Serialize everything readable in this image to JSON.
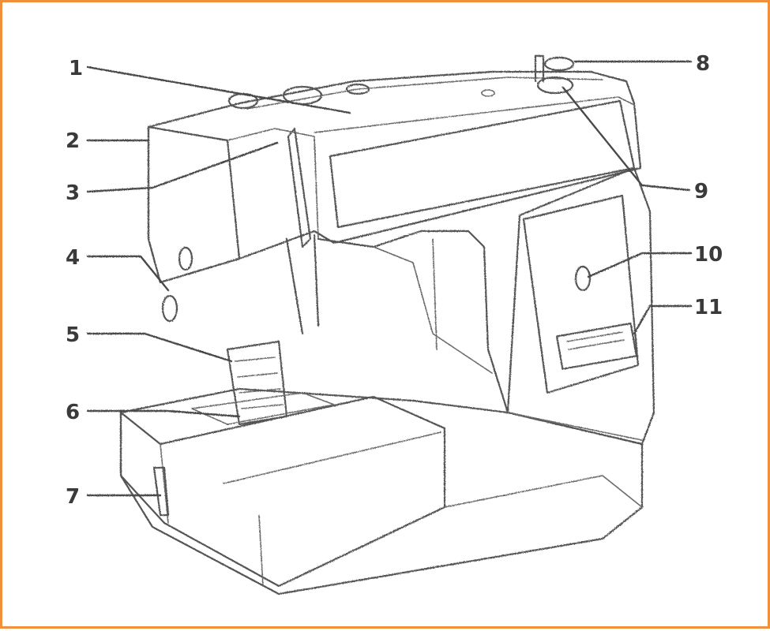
{
  "diagram": {
    "subject": "sewing-machine-front-view",
    "frame_color": "#f0903c",
    "ink_color": "#555555",
    "callouts": [
      {
        "id": "c1",
        "label": "1"
      },
      {
        "id": "c2",
        "label": "2"
      },
      {
        "id": "c3",
        "label": "3"
      },
      {
        "id": "c4",
        "label": "4"
      },
      {
        "id": "c5",
        "label": "5"
      },
      {
        "id": "c6",
        "label": "6"
      },
      {
        "id": "c7",
        "label": "7"
      },
      {
        "id": "c8",
        "label": "8"
      },
      {
        "id": "c9",
        "label": "9"
      },
      {
        "id": "c10",
        "label": "10"
      },
      {
        "id": "c11",
        "label": "11"
      }
    ]
  }
}
